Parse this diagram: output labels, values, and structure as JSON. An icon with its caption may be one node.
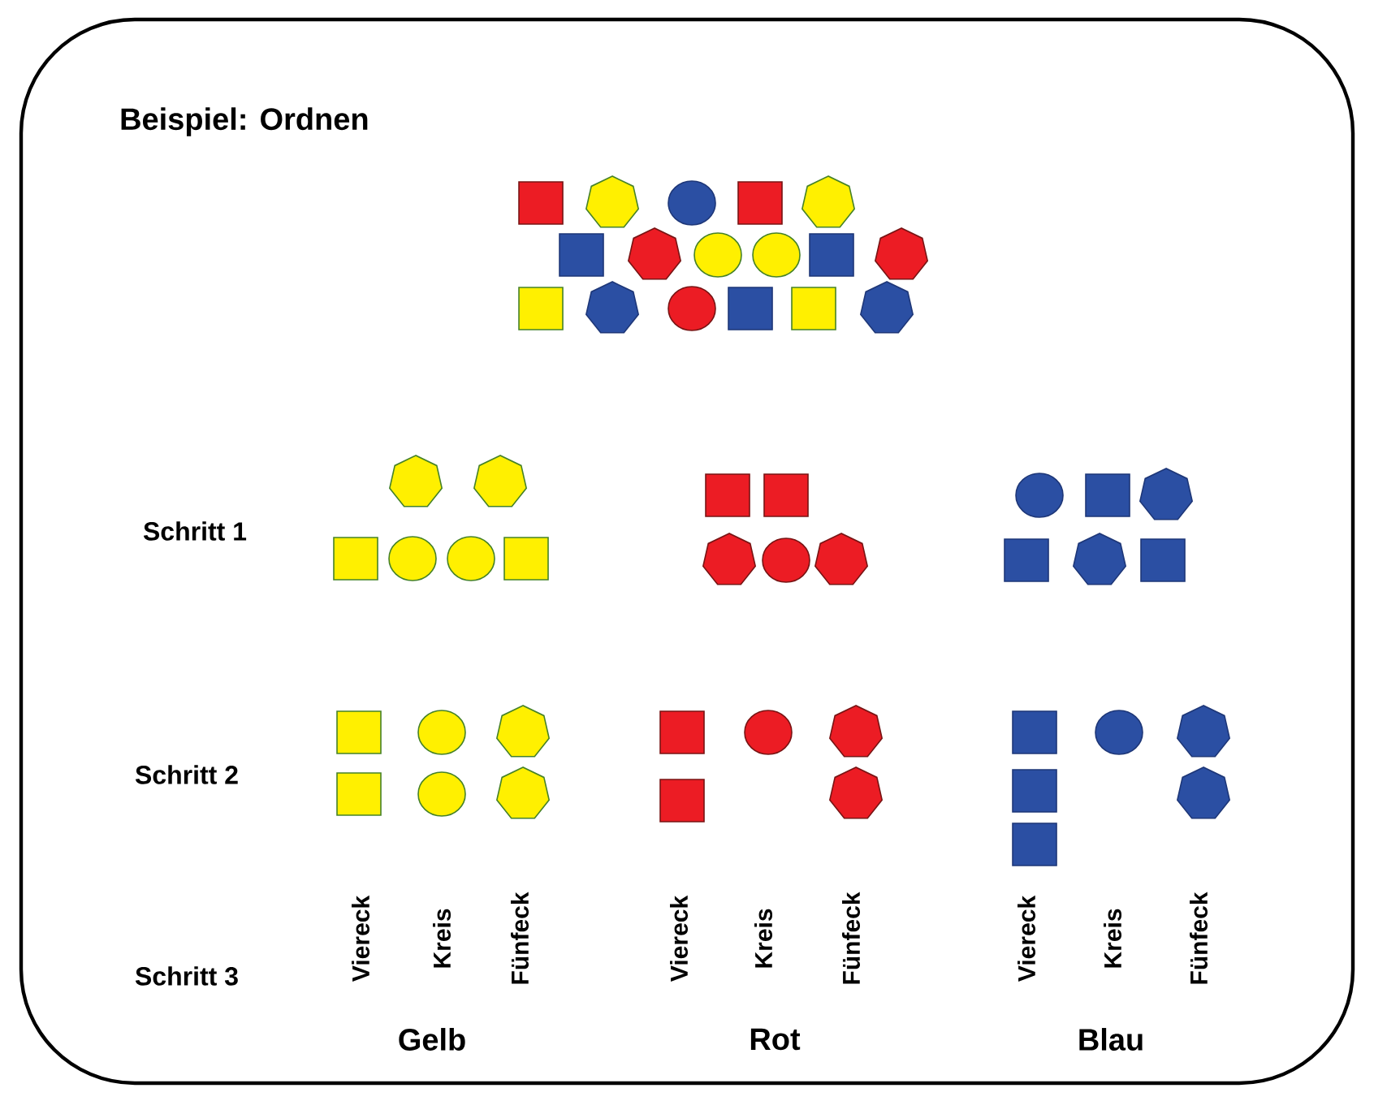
{
  "diagram": {
    "title": "Beispiel: Ordnen",
    "labels": [
      "Schritt 1",
      "Schritt 2",
      "Schritt 3",
      "Viereck",
      "Kreis",
      "Fünfeck",
      "Viereck",
      "Kreis",
      "Fünfeck",
      "Viereck",
      "Kreis",
      "Fünfeck",
      "Gelb",
      "Rot",
      "Blau"
    ]
  }
}
